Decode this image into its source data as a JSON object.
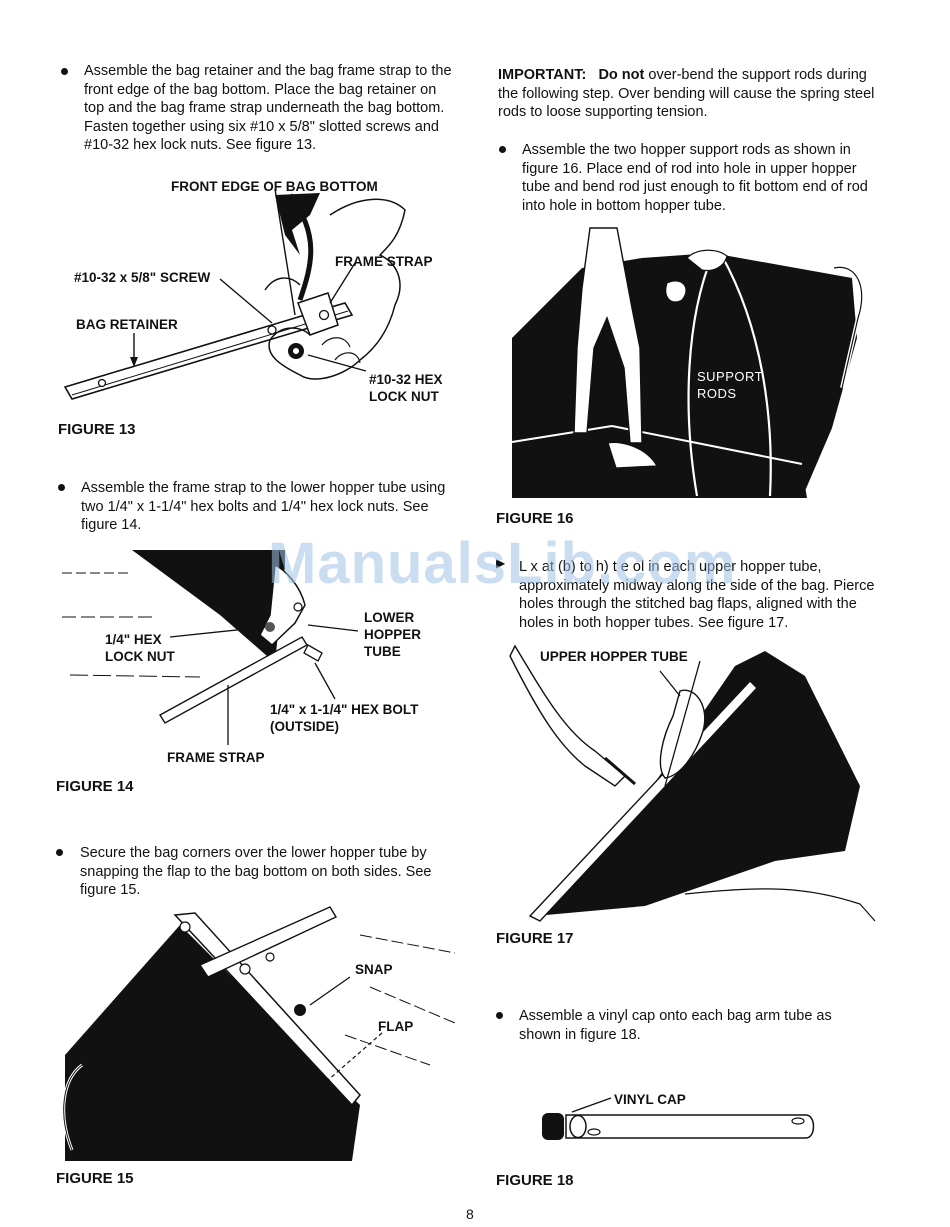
{
  "left_column": {
    "step1": "Assemble the bag retainer and the bag frame strap to the front edge of the bag bottom. Place the bag retainer on top and the bag frame strap underneath the bag bottom. Fasten together using six #10 x 5/8\" slotted screws and #10-32 hex lock nuts. See figure 13.",
    "fig13": {
      "label_front_edge": "FRONT EDGE OF BAG BOTTOM",
      "label_frame_strap": "FRAME STRAP",
      "label_screw": "#10-32 x 5/8\" SCREW",
      "label_bag_retainer": "BAG RETAINER",
      "label_hex_lock_nut": "#10-32 HEX\nLOCK NUT",
      "caption": "FIGURE 13"
    },
    "step2": "Assemble the frame strap to the lower hopper tube using two 1/4\" x 1-1/4\" hex bolts and 1/4\" hex lock nuts. See figure 14.",
    "fig14": {
      "label_hex_lock_nut": "1/4\" HEX\nLOCK NUT",
      "label_lower_hopper_tube": "LOWER\nHOPPER\nTUBE",
      "label_hex_bolt": "1/4\" x 1-1/4\" HEX BOLT\n(OUTSIDE)",
      "label_frame_strap": "FRAME STRAP",
      "caption": "FIGURE 14"
    },
    "step3": "Secure the bag corners over the lower hopper tube by snapping the flap to the bag bottom on both sides. See figure 15.",
    "fig15": {
      "label_snap": "SNAP",
      "label_flap": "FLAP",
      "caption": "FIGURE 15"
    }
  },
  "right_column": {
    "important_label": "IMPORTANT:",
    "important_do_not": "Do not",
    "important_text": "over-bend the support rods during the following step. Over bending will cause the spring steel rods to loose supporting tension.",
    "step4": "Assemble the two hopper support rods as shown in figure 16. Place end of rod into hole in upper hopper tube and bend rod just enough to fit bottom end of rod into hole in bottom hopper tube.",
    "fig16": {
      "label_support_rods": "SUPPORT\nRODS",
      "caption": "FIGURE 16"
    },
    "step5": "L x at (b) to h) t e ol  in each upper hopper tube, approximately midway along the side of the bag. Pierce holes through the stitched bag flaps, aligned with the holes in both hopper tubes. See figure 17.",
    "fig17": {
      "label_upper_hopper_tube": "UPPER HOPPER TUBE",
      "caption": "FIGURE 17"
    },
    "step6": "Assemble a vinyl cap onto each bag arm tube as shown in figure 18.",
    "fig18": {
      "label_vinyl_cap": "VINYL CAP",
      "caption": "FIGURE 18"
    }
  },
  "watermark": "ManualsLib.com",
  "page_number": "8"
}
